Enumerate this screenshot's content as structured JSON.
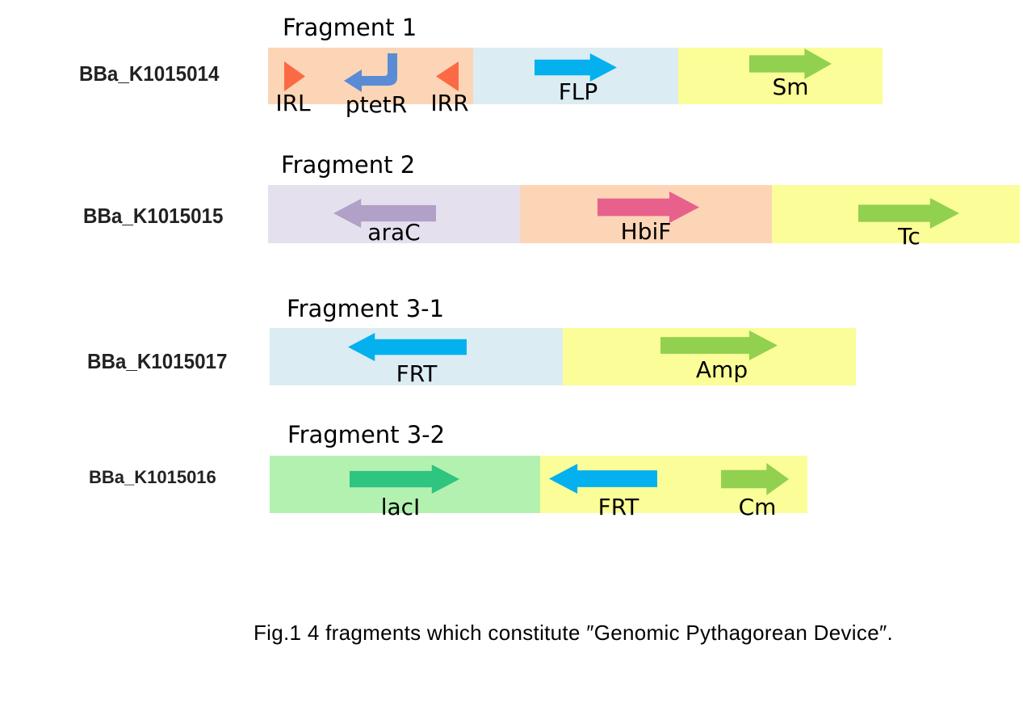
{
  "colors": {
    "peach": "#fcd5b6",
    "light_blue": "#dbedf3",
    "yellow": "#fbfd98",
    "lavender": "#e5e0ee",
    "light_green": "#b3f1b1",
    "promoter_blue": "#5a8cd6",
    "cyan": "#04b1ee",
    "green": "#92d050",
    "lavender_arrow": "#b1a0c7",
    "pink": "#e8618c",
    "teal": "#2fc47f",
    "orange_triangle": "#fb6a45"
  },
  "fragments": [
    {
      "title": "Fragment 1",
      "part_id": "BBa_K1015014",
      "segments": [
        "peach",
        "light_blue",
        "yellow"
      ],
      "features": [
        {
          "label": "IRL",
          "glyph": "triangle-right",
          "color": "orange_triangle"
        },
        {
          "label": "ptetR",
          "glyph": "promoter-left",
          "color": "promoter_blue"
        },
        {
          "label": "IRR",
          "glyph": "triangle-left",
          "color": "orange_triangle"
        },
        {
          "label": "FLP",
          "glyph": "arrow-right",
          "color": "cyan"
        },
        {
          "label": "Sm",
          "glyph": "arrow-right",
          "color": "green"
        }
      ]
    },
    {
      "title": "Fragment 2",
      "part_id": "BBa_K1015015",
      "segments": [
        "lavender",
        "peach",
        "yellow"
      ],
      "features": [
        {
          "label": "araC",
          "glyph": "arrow-left",
          "color": "lavender_arrow"
        },
        {
          "label": "HbiF",
          "glyph": "arrow-right",
          "color": "pink"
        },
        {
          "label": "Tc",
          "glyph": "arrow-right",
          "color": "green"
        }
      ]
    },
    {
      "title": "Fragment 3-1",
      "part_id": "BBa_K1015017",
      "segments": [
        "light_blue",
        "yellow"
      ],
      "features": [
        {
          "label": "FRT",
          "glyph": "arrow-left",
          "color": "cyan"
        },
        {
          "label": "Amp",
          "glyph": "arrow-right",
          "color": "green"
        }
      ]
    },
    {
      "title": "Fragment 3-2",
      "part_id": "BBa_K1015016",
      "segments": [
        "light_green",
        "yellow"
      ],
      "features": [
        {
          "label": "lacI",
          "glyph": "arrow-right",
          "color": "teal"
        },
        {
          "label": "FRT",
          "glyph": "arrow-left",
          "color": "cyan"
        },
        {
          "label": "Cm",
          "glyph": "arrow-right",
          "color": "green"
        }
      ]
    }
  ],
  "caption": "Fig.1  4 fragments which constitute ″Genomic Pythagorean Device″."
}
